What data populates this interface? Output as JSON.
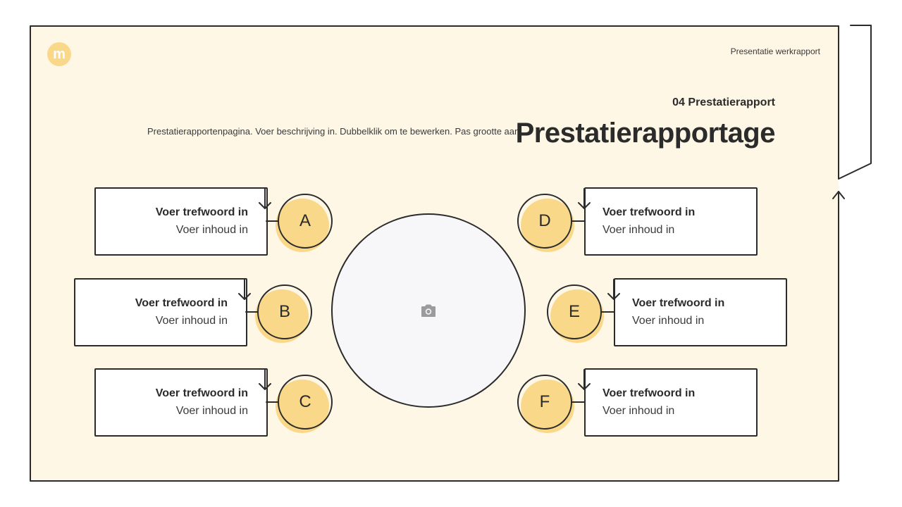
{
  "header": {
    "logo_letter": "m",
    "report_label": "Presentatie werkrapport",
    "section_label": "04 Prestatierapport",
    "title": "Prestatierapportage",
    "description": "Prestatierapportenpagina. Voer beschrijving in. Dubbelklik om te bewerken. Pas grootte aan."
  },
  "items": [
    {
      "letter": "A",
      "keyword": "Voer trefwoord in",
      "content": "Voer inhoud in"
    },
    {
      "letter": "B",
      "keyword": "Voer trefwoord in",
      "content": "Voer inhoud in"
    },
    {
      "letter": "C",
      "keyword": "Voer trefwoord in",
      "content": "Voer inhoud in"
    },
    {
      "letter": "D",
      "keyword": "Voer trefwoord in",
      "content": "Voer inhoud in"
    },
    {
      "letter": "E",
      "keyword": "Voer trefwoord in",
      "content": "Voer inhoud in"
    },
    {
      "letter": "F",
      "keyword": "Voer trefwoord in",
      "content": "Voer inhoud in"
    }
  ],
  "photo": {
    "icon": "camera-icon"
  },
  "colors": {
    "accent": "#f9d88a",
    "panel": "#fef7e6",
    "ink": "#2b2b2b"
  }
}
